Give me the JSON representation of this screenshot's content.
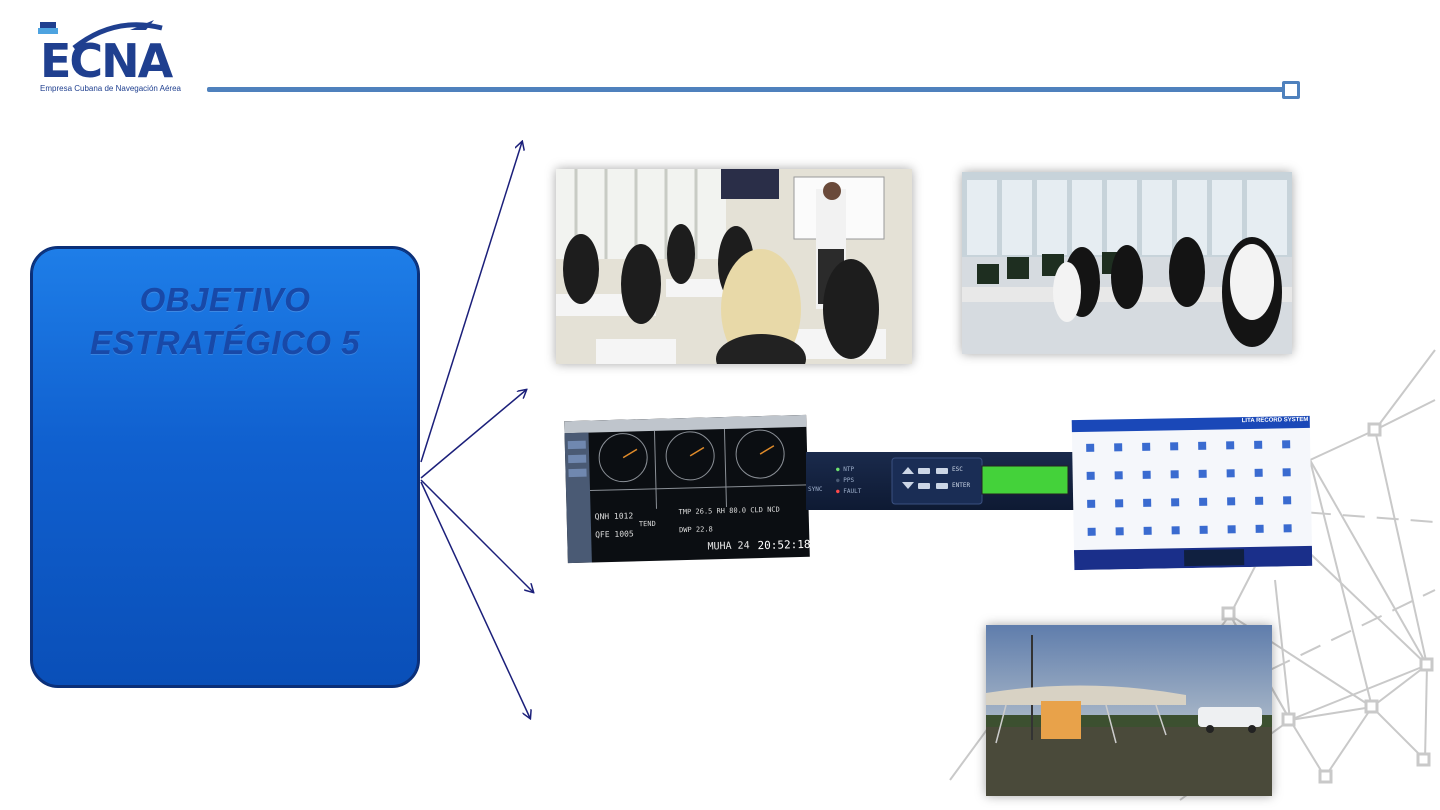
{
  "logo": {
    "text": "ECNA",
    "subtitle": "Empresa Cubana de Navegación Aérea",
    "primary_color": "#1f3f8f",
    "accent_color": "#4da3e0"
  },
  "header_line": {
    "color": "#4f81bd"
  },
  "objective": {
    "title_line1": "OBJETIVO",
    "title_line2": "ESTRATÉGICO 5",
    "box_color": "#1565d8",
    "text_color": "#1849a8"
  },
  "images": {
    "classroom": {
      "label": "classroom-training-photo"
    },
    "control_room": {
      "label": "air-traffic-control-simulator-photo"
    },
    "weather_display": {
      "qnh_label": "QNH",
      "qnh_value": "1012",
      "qfe_label": "QFE",
      "qfe_value": "1005",
      "tmp_label": "TMP",
      "tmp_value": "26.5",
      "rh_label": "RH",
      "rh_value": "80.0",
      "cld_label": "CLD",
      "cld_value": "NCD",
      "dwp_label": "DWP",
      "dwp_value": "22.8",
      "station": "MUHA 24",
      "time": "20:52:18",
      "tend_label": "TEND"
    },
    "device_panel": {
      "esc_label": "ESC",
      "enter_label": "ENTER",
      "ntp_label": "NTP",
      "pps_label": "PPS",
      "sync_label": "SYNC",
      "fault_label": "FAULT"
    },
    "recorder_screen": {
      "title": "LITA RECORD SYSTEM"
    },
    "radar_site": {
      "label": "radar-site-photo"
    }
  }
}
